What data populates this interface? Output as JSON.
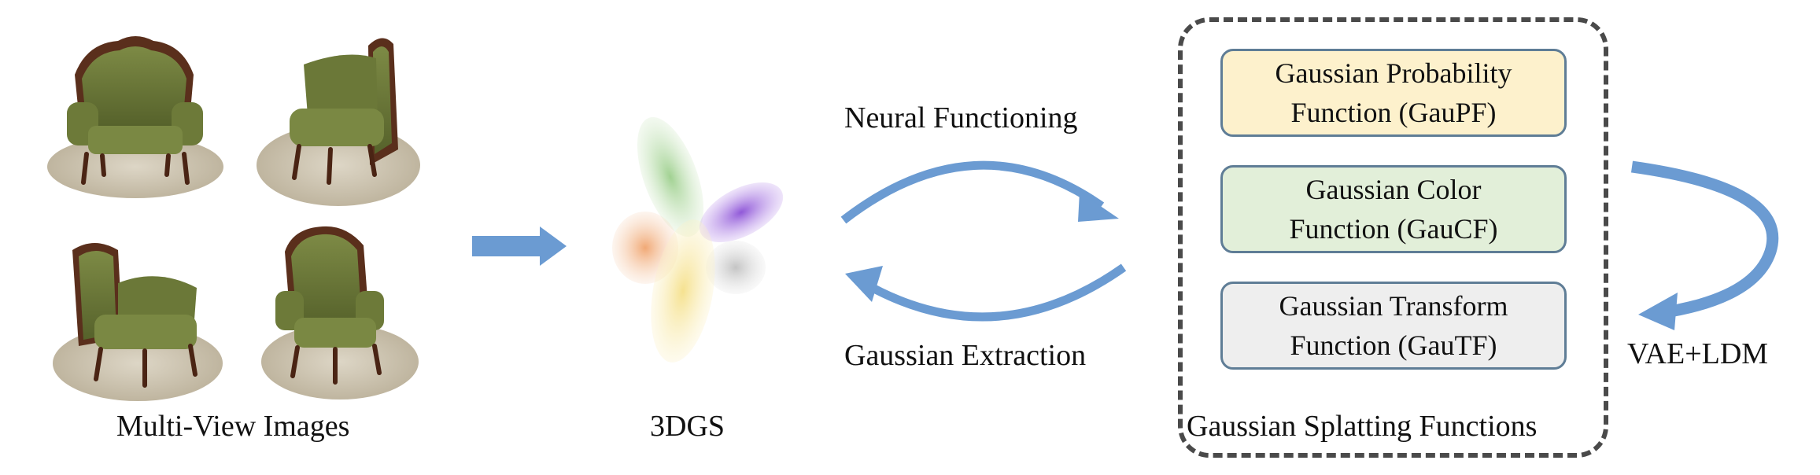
{
  "input": {
    "label": "Multi-View Images"
  },
  "representation": {
    "label": "3DGS"
  },
  "arrows": {
    "top_label": "Neural Functioning",
    "bottom_label": "Gaussian Extraction"
  },
  "functions": {
    "group_label": "Gaussian Splatting Functions",
    "items": [
      {
        "line1": "Gaussian Probability",
        "line2": "Function (GauPF)",
        "color": "#fdf1cc"
      },
      {
        "line1": "Gaussian Color",
        "line2": "Function (GauCF)",
        "color": "#e2efd9"
      },
      {
        "line1": "Gaussian Transform",
        "line2": "Function (GauTF)",
        "color": "#eeeeee"
      }
    ]
  },
  "output": {
    "label": "VAE+LDM"
  },
  "colors": {
    "arrow": "#6b9bd2",
    "box_border": "#5f7d96",
    "dashed_border": "#4a4a4a",
    "chair_fabric": "#6b7a3a",
    "chair_wood": "#5a2f1c",
    "rug": "#cfc6b3"
  }
}
